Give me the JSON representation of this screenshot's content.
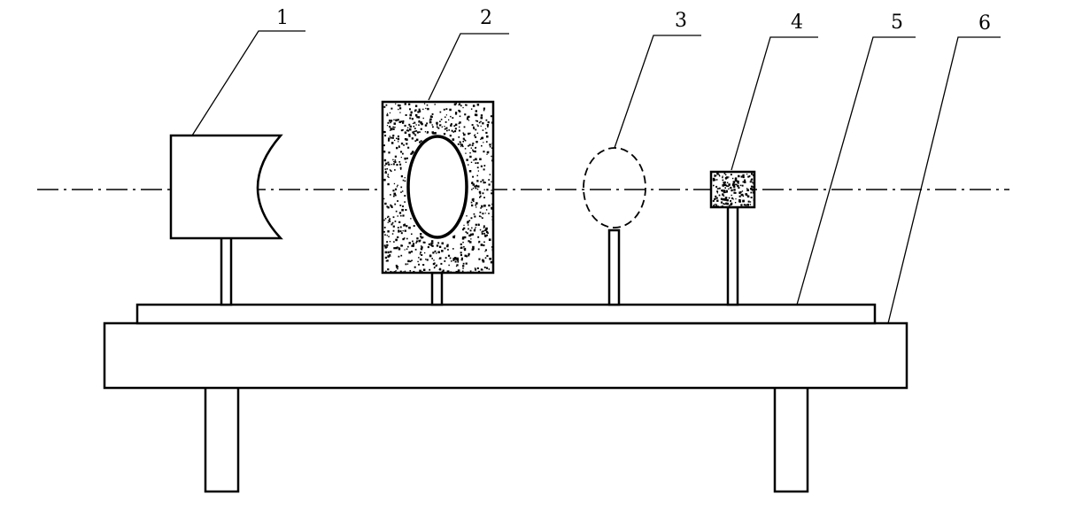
{
  "callouts": [
    {
      "id": "1",
      "label": "1"
    },
    {
      "id": "2",
      "label": "2"
    },
    {
      "id": "3",
      "label": "3"
    },
    {
      "id": "4",
      "label": "4"
    },
    {
      "id": "5",
      "label": "5"
    },
    {
      "id": "6",
      "label": "6"
    }
  ],
  "colors": {
    "line": "#000000",
    "background": "#ffffff",
    "speckle": "#000000"
  }
}
